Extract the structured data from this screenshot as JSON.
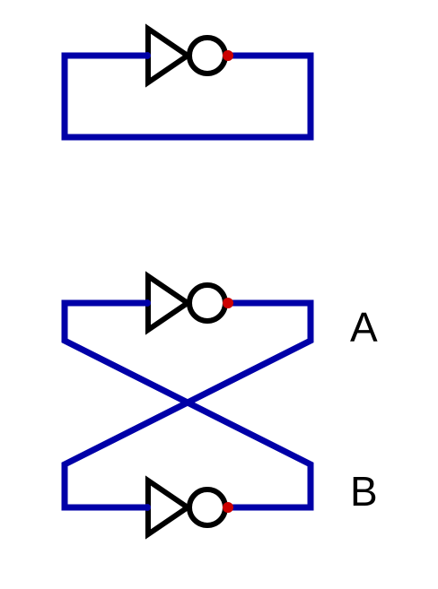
{
  "diagram": {
    "labels": {
      "a": "A",
      "b": "B"
    },
    "colors": {
      "wire": "#0000a8",
      "gate_outline": "#000000",
      "output_dot": "#cc0000",
      "background": "#ffffff"
    },
    "components": [
      {
        "type": "inverter",
        "name": "single-loop-inverter",
        "icon": "not-gate-icon"
      },
      {
        "type": "inverter",
        "name": "latch-top-inverter",
        "icon": "not-gate-icon"
      },
      {
        "type": "inverter",
        "name": "latch-bottom-inverter",
        "icon": "not-gate-icon"
      }
    ]
  }
}
